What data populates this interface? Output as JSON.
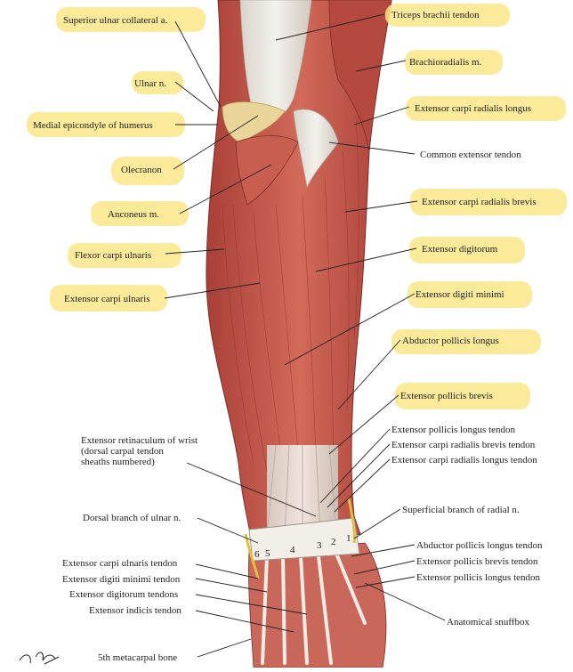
{
  "labels": {
    "superior_ulnar_collateral": "Superior ulnar collateral a.",
    "ulnar_n": "Ulnar n.",
    "medial_epicondyle": "Medial epicondyle of humerus",
    "olecranon": "Olecranon",
    "anconeus": "Anconeus m.",
    "flexor_carpi_ulnaris": "Flexor carpi ulnaris",
    "extensor_carpi_ulnaris": "Extensor carpi ulnaris",
    "extensor_retinaculum_1": "Extensor retinaculum of wrist",
    "extensor_retinaculum_2": "(dorsal carpal tendon",
    "extensor_retinaculum_3": "sheaths numbered)",
    "dorsal_branch_ulnar": "Dorsal branch of ulnar n.",
    "ecu_tendon": "Extensor carpi ulnaris tendon",
    "edm_tendon": "Extensor digiti minimi tendon",
    "ed_tendons": "Extensor digitorum tendons",
    "ei_tendon": "Extensor indicis tendon",
    "fifth_metacarpal": "5th metacarpal bone",
    "triceps_tendon": "Triceps brachii tendon",
    "brachioradialis": "Brachioradialis m.",
    "ecrl": "Extensor carpi radialis longus",
    "common_extensor_tendon": "Common extensor tendon",
    "ecrb": "Extensor carpi radialis brevis",
    "extensor_digitorum": "Extensor digitorum",
    "extensor_digiti_minimi": "Extensor digiti minimi",
    "apl": "Abductor pollicis longus",
    "epb": "Extensor pollicis brevis",
    "epl_tendon": "Extensor pollicis longus tendon",
    "ecrb_tendon": "Extensor carpi radialis brevis tendon",
    "ecrl_tendon": "Extensor carpi radialis longus tendon",
    "superficial_radial": "Superficial branch of radial n.",
    "apl_tendon": "Abductor pollicis longus tendon",
    "epb_tendon": "Extensor pollicis brevis tendon",
    "epl_tendon2": "Extensor pollicis longus tendon",
    "snuffbox": "Anatomical snuffbox"
  },
  "compartments": [
    "6",
    "5",
    "4",
    "3",
    "2",
    "1"
  ],
  "signature": "F. Netter",
  "colors": {
    "highlight": "#fbe68a",
    "muscle": "#c4574a",
    "muscle_dark": "#9c3b33",
    "tendon": "#e9e4dc",
    "skin_bg": "#ffffff"
  }
}
